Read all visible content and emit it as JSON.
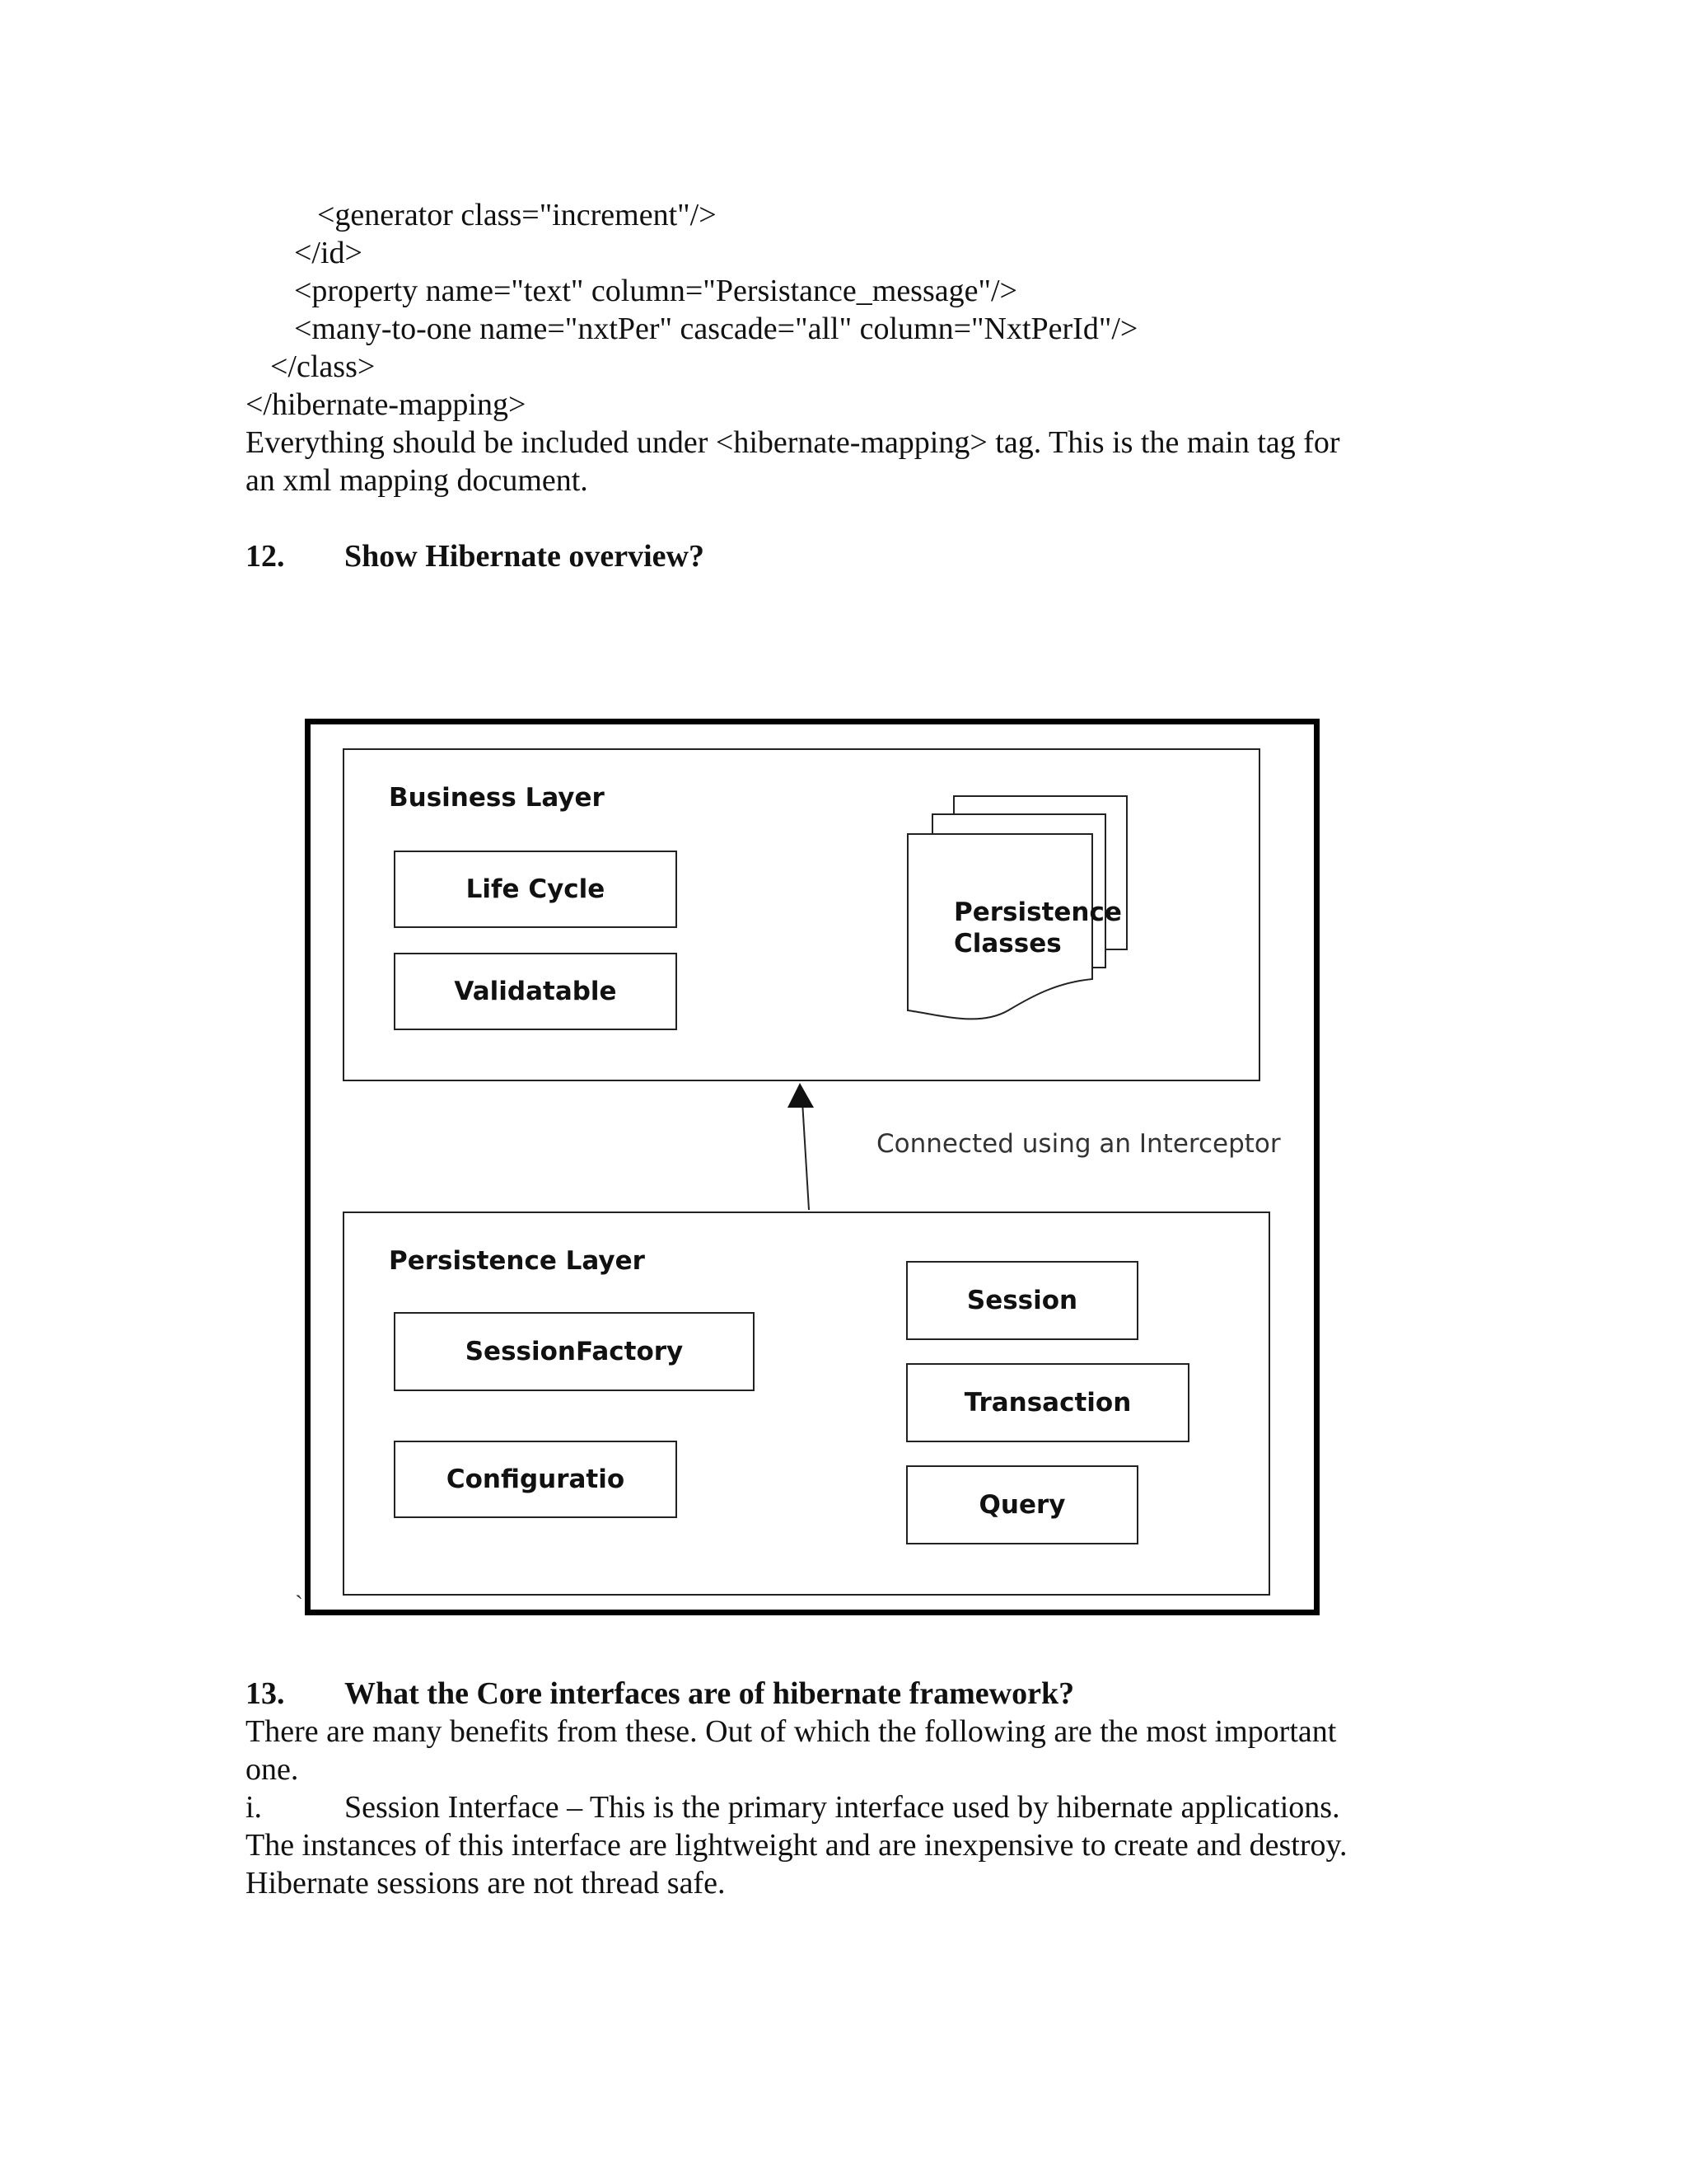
{
  "code_lines": [
    "<generator class=\"increment\"/>",
    "</id>",
    "<property name=\"text\" column=\"Persistance_message\"/>",
    "<many-to-one name=\"nxtPer\" cascade=\"all\" column=\"NxtPerId\"/>",
    "</class>",
    "</hibernate-mapping>"
  ],
  "intro_paragraph": [
    "Everything should be included under <hibernate-mapping> tag. This is the main tag for",
    "an xml mapping document."
  ],
  "q12": {
    "number": "12.",
    "title": "Show Hibernate overview?"
  },
  "diagram": {
    "business_layer": {
      "title": "Business Layer",
      "boxes": [
        "Life Cycle",
        "Validatable"
      ],
      "document_stack_label_line1": "Persistence",
      "document_stack_label_line2": "Classes"
    },
    "connector_label": "Connected using an Interceptor",
    "persistence_layer": {
      "title": "Persistence Layer",
      "left_boxes": [
        "SessionFactory",
        "Configuratio"
      ],
      "right_boxes": [
        "Session",
        "Transaction",
        "Query"
      ]
    },
    "stray_mark": "`"
  },
  "q13": {
    "number": "13.",
    "title": "What the Core interfaces are of hibernate framework?",
    "paragraph": [
      "There are many benefits from these. Out of which the following are the most important",
      "one."
    ],
    "item_i": {
      "marker": "i.",
      "first_line": "Session Interface – This is the primary interface used by hibernate applications.",
      "continuation": [
        "The instances of this interface are lightweight and are inexpensive to create and destroy.",
        "Hibernate sessions are not thread safe."
      ]
    }
  }
}
